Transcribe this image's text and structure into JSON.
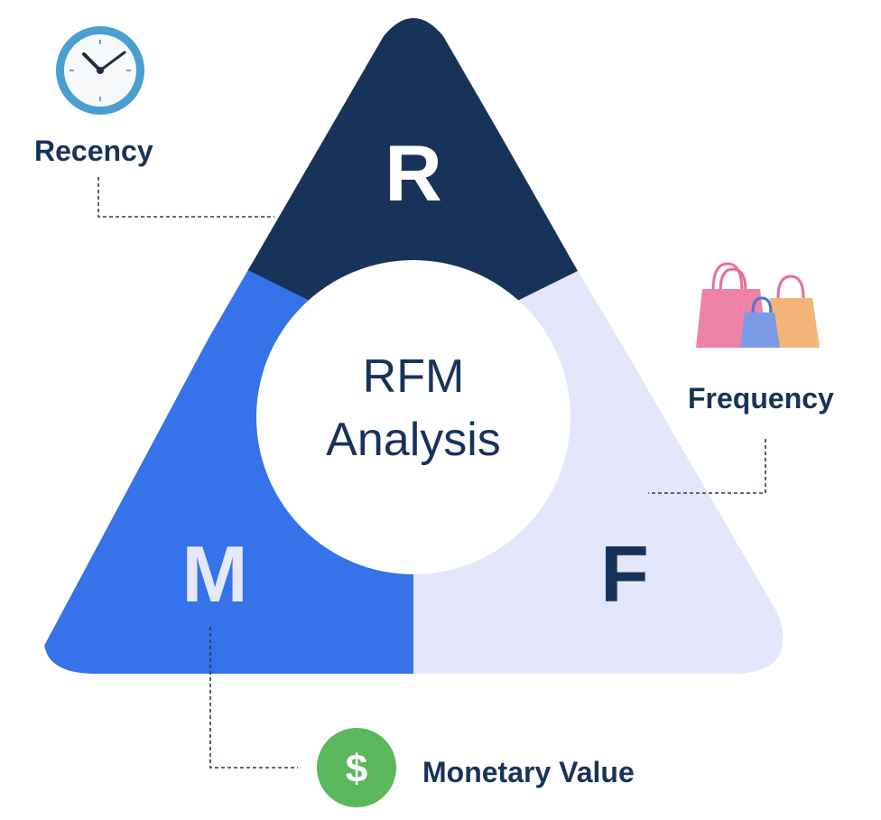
{
  "segments": {
    "r": {
      "letter": "R",
      "color": "#18335a",
      "letter_color": "#ffffff"
    },
    "m": {
      "letter": "M",
      "color": "#3672e9",
      "letter_color": "#e4e8fb"
    },
    "f": {
      "letter": "F",
      "color": "#e4e7fb",
      "letter_color": "#18335a"
    }
  },
  "center": {
    "line1": "RFM",
    "line2": "Analysis",
    "color": "#ffffff"
  },
  "callouts": {
    "recency": {
      "label": "Recency",
      "icon": "clock-icon"
    },
    "frequency": {
      "label": "Frequency",
      "icon": "shopping-bags-icon"
    },
    "monetary": {
      "label": "Monetary Value",
      "icon": "dollar-coin-icon",
      "icon_symbol": "$"
    }
  },
  "colors": {
    "dark_navy": "#18335a",
    "blue": "#3672e9",
    "lavender": "#e4e7fb",
    "clock_ring": "#4a9fd0",
    "coin_green": "#5cb85c"
  }
}
